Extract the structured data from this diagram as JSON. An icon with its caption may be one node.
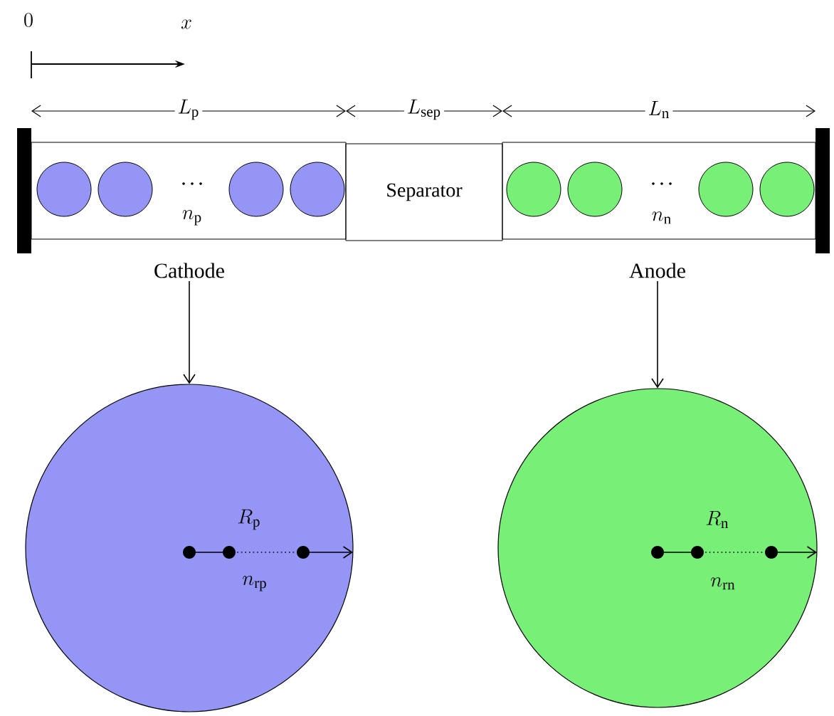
{
  "diagram": {
    "nodes": [
      {
        "text": [
          "n_\\mathrm{p}"
        ]
      },
      {
        "text": [
          "Separator"
        ]
      },
      {
        "text": [
          "n_\\mathrm{n}"
        ]
      },
      {
        "text": [
          "Cathode"
        ]
      },
      {
        "text": [
          "Anode"
        ]
      },
      {
        "text": [],
        "shape": "circle"
      },
      {
        "text": [],
        "shape": "circle"
      }
    ],
    "edges": [
      {
        "from": 3,
        "to": 5,
        "arrow": "to"
      },
      {
        "from": 4,
        "to": 6,
        "arrow": "to"
      }
    ],
    "labels": [
      "0",
      "x",
      "L_\\mathrm{p}",
      "L_\\mathrm{sep}",
      "L_\\mathrm{n}",
      "R_\\mathrm{p}",
      "n_\\mathrm{rp}",
      "R_\\mathrm{n}",
      "n_\\mathrm{rn}"
    ]
  }
}
